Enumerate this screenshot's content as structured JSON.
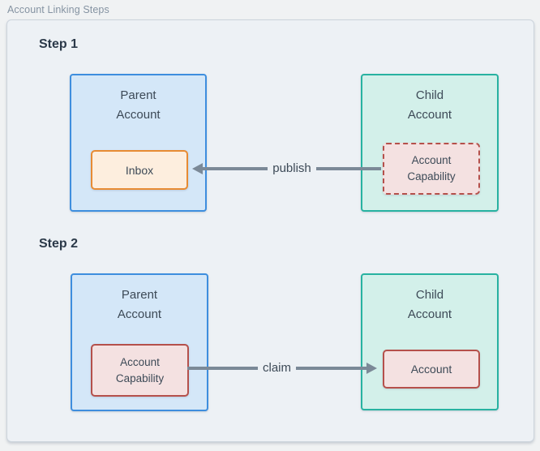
{
  "panel": {
    "title": "Account Linking Steps"
  },
  "colors": {
    "panel_fill": "#edf1f5",
    "panel_border": "#ccd4dc",
    "muted_text": "#8593a2",
    "heading_text": "#2b3949",
    "body_text": "#3d4a57",
    "parent_fill": "#d4e7f8",
    "parent_border": "#3e8ede",
    "child_fill": "#d3f0ea",
    "child_border": "#28b2a1",
    "inbox_fill": "#fdeede",
    "inbox_border": "#e78b33",
    "capability_fill": "#f4e1e1",
    "capability_border": "#b5504b",
    "arrow": "#7b8997"
  },
  "steps": [
    {
      "heading": "Step 1",
      "parent_title": "Parent\nAccount",
      "parent_inner": "Inbox",
      "child_title": "Child\nAccount",
      "child_inner": "Account\nCapability",
      "child_inner_style": "dashed",
      "arrow_label": "publish",
      "arrow_direction": "right-to-left"
    },
    {
      "heading": "Step 2",
      "parent_title": "Parent\nAccount",
      "parent_inner": "Account\nCapability",
      "child_title": "Child\nAccount",
      "child_inner": "Account",
      "child_inner_style": "solid",
      "arrow_label": "claim",
      "arrow_direction": "left-to-right"
    }
  ]
}
